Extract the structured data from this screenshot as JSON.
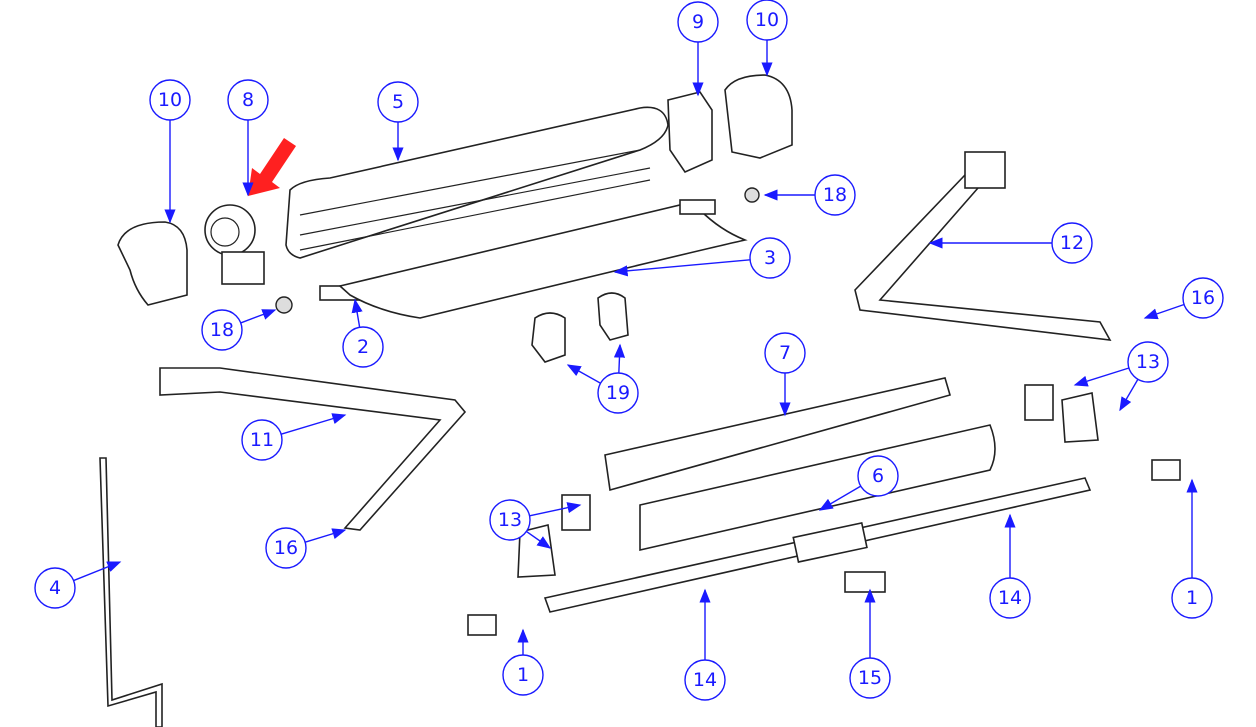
{
  "diagram": {
    "type": "exploded-parts-diagram",
    "callouts": [
      "10",
      "8",
      "5",
      "9",
      "10",
      "18",
      "12",
      "3",
      "18",
      "2",
      "16",
      "19",
      "7",
      "13",
      "11",
      "6",
      "13",
      "16",
      "4",
      "14",
      "1",
      "14",
      "1",
      "15"
    ],
    "highlight_color": "#ff2020",
    "callout_color": "#1a1aff"
  }
}
